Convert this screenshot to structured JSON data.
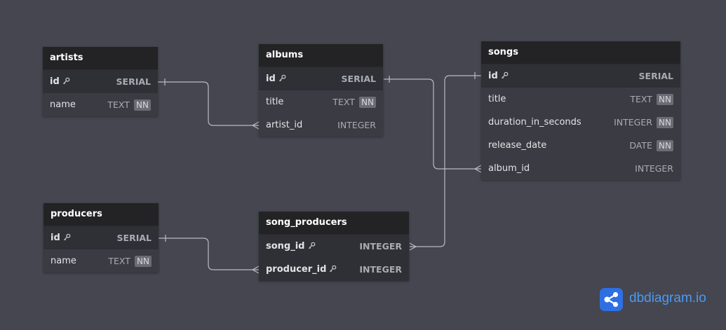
{
  "diagram": {
    "tables": {
      "artists": {
        "name": "artists",
        "fields": [
          {
            "name": "id",
            "type": "SERIAL",
            "pk": true,
            "nn": false
          },
          {
            "name": "name",
            "type": "TEXT",
            "pk": false,
            "nn": true
          }
        ]
      },
      "albums": {
        "name": "albums",
        "fields": [
          {
            "name": "id",
            "type": "SERIAL",
            "pk": true,
            "nn": false
          },
          {
            "name": "title",
            "type": "TEXT",
            "pk": false,
            "nn": true
          },
          {
            "name": "artist_id",
            "type": "INTEGER",
            "pk": false,
            "nn": false
          }
        ]
      },
      "songs": {
        "name": "songs",
        "fields": [
          {
            "name": "id",
            "type": "SERIAL",
            "pk": true,
            "nn": false
          },
          {
            "name": "title",
            "type": "TEXT",
            "pk": false,
            "nn": true
          },
          {
            "name": "duration_in_seconds",
            "type": "INTEGER",
            "pk": false,
            "nn": true
          },
          {
            "name": "release_date",
            "type": "DATE",
            "pk": false,
            "nn": true
          },
          {
            "name": "album_id",
            "type": "INTEGER",
            "pk": false,
            "nn": false
          }
        ]
      },
      "producers": {
        "name": "producers",
        "fields": [
          {
            "name": "id",
            "type": "SERIAL",
            "pk": true,
            "nn": false
          },
          {
            "name": "name",
            "type": "TEXT",
            "pk": false,
            "nn": true
          }
        ]
      },
      "song_producers": {
        "name": "song_producers",
        "fields": [
          {
            "name": "song_id",
            "type": "INTEGER",
            "pk": true,
            "nn": false
          },
          {
            "name": "producer_id",
            "type": "INTEGER",
            "pk": true,
            "nn": false
          }
        ]
      }
    },
    "nn_label": "NN",
    "relationships": [
      {
        "from": "artists.id",
        "to": "albums.artist_id",
        "cardinality": "one-to-many"
      },
      {
        "from": "albums.id",
        "to": "songs.album_id",
        "cardinality": "one-to-many"
      },
      {
        "from": "songs.id",
        "to": "song_producers.song_id",
        "cardinality": "one-to-many"
      },
      {
        "from": "producers.id",
        "to": "song_producers.producer_id",
        "cardinality": "one-to-many"
      }
    ]
  },
  "brand": {
    "name": "dbdiagram.io",
    "icon": "share-nodes-icon",
    "color": "#4a9af5",
    "badge_color": "#2f6fe4"
  },
  "colors": {
    "background": "#45464f",
    "header": "#232325",
    "body": "#3b3c43",
    "connector": "#b9bbc3"
  }
}
